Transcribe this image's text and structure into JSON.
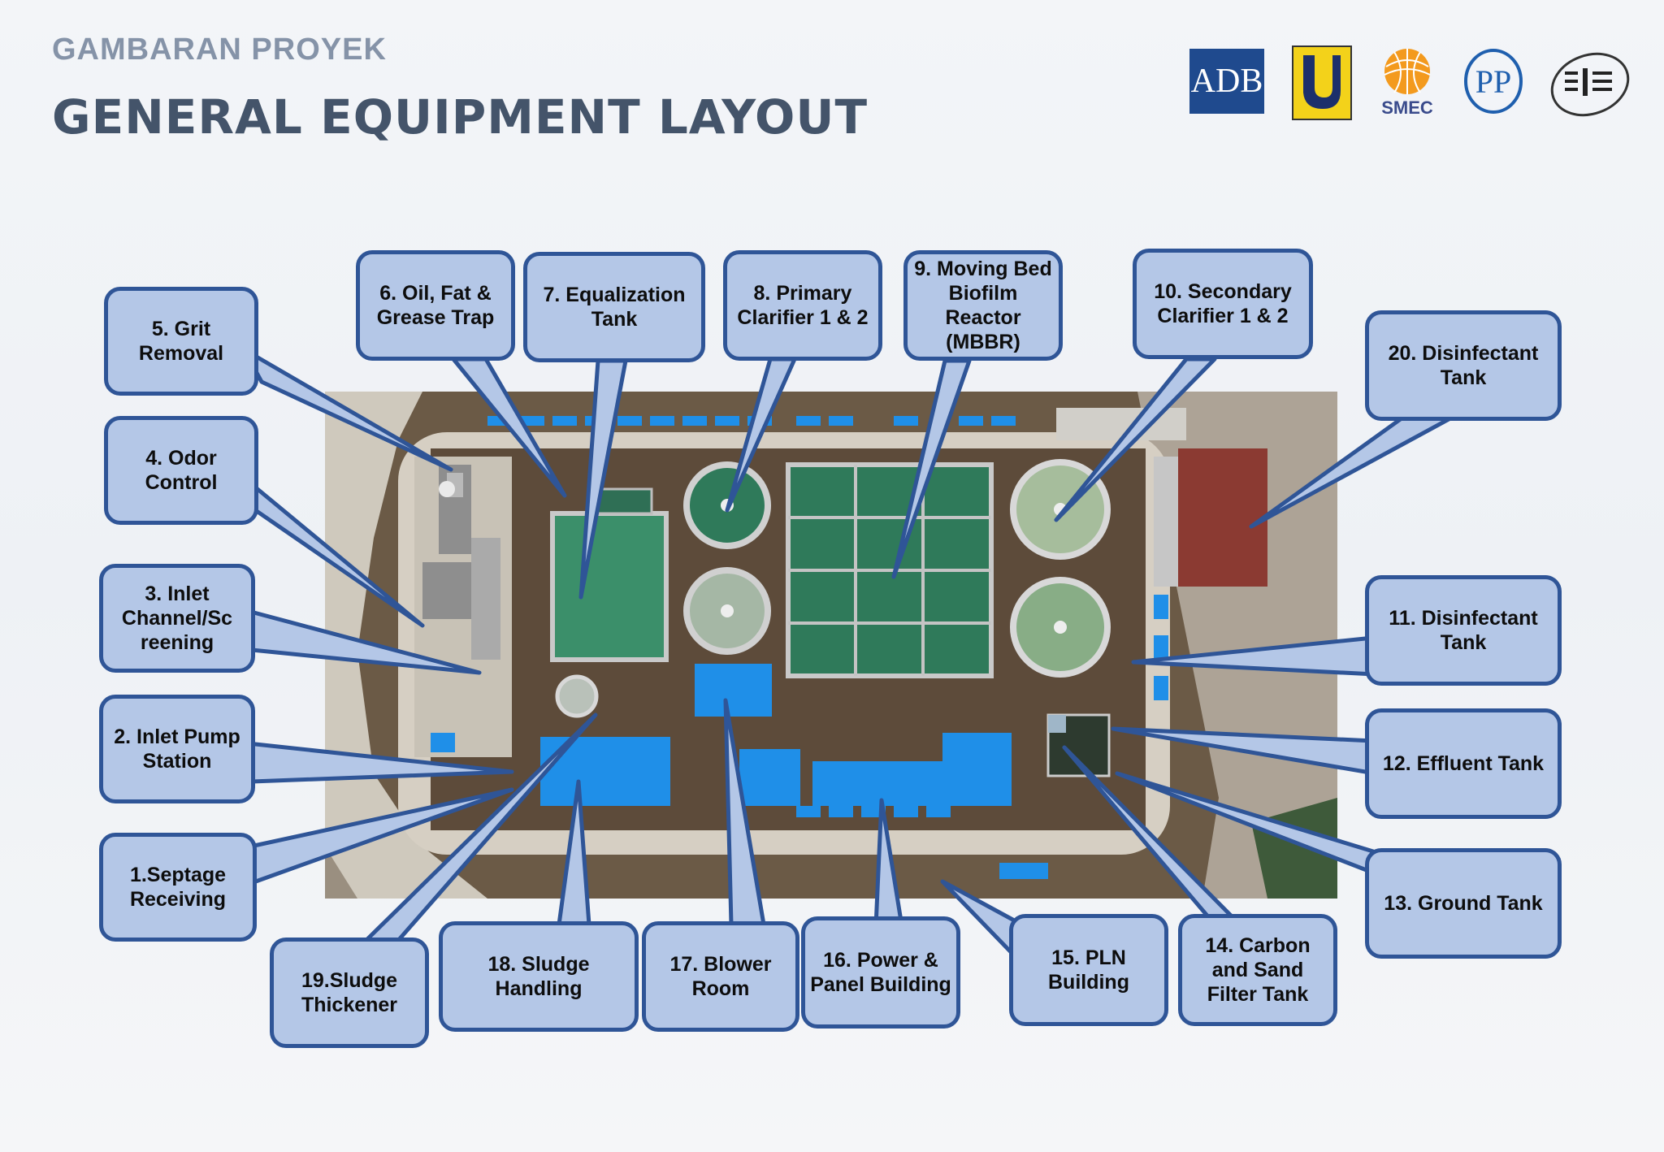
{
  "header": {
    "subtitle": "GAMBARAN PROYEK",
    "title": "GENERAL EQUIPMENT LAYOUT"
  },
  "logos": {
    "adb": "ADB",
    "smec": "SMEC",
    "pp": "PP"
  },
  "colors": {
    "label_fill": "#b4c7e7",
    "label_border": "#2f5597",
    "roof_blue": "#1f8fe8",
    "tank_green": "#3b8f6a"
  },
  "labels": {
    "l1": "1.Septage Receiving",
    "l2": "2. Inlet Pump Station",
    "l3": "3. Inlet Channel/Sc reening",
    "l4": "4. Odor Control",
    "l5": "5. Grit Removal",
    "l6": "6. Oil, Fat & Grease Trap",
    "l7": "7. Equalization Tank",
    "l8": "8. Primary Clarifier 1 & 2",
    "l9": "9. Moving Bed Biofilm Reactor (MBBR)",
    "l10": "10. Secondary Clarifier 1 & 2",
    "l11": "11. Disinfectant Tank",
    "l12": "12. Effluent Tank",
    "l13": "13. Ground Tank",
    "l14": "14. Carbon and Sand Filter Tank",
    "l15": "15. PLN Building",
    "l16": "16. Power & Panel Building",
    "l17": "17. Blower Room",
    "l18": "18. Sludge Handling",
    "l19": "19.Sludge Thickener",
    "l20": "20. Disinfectant Tank"
  }
}
